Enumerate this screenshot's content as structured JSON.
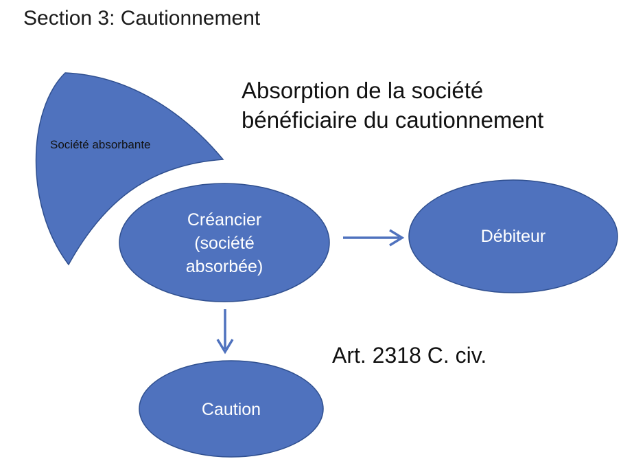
{
  "slide": {
    "section_title": "Section 3: Cautionnement",
    "heading_line1": "Absorption de la société",
    "heading_line2": "bénéficiaire du cautionnement",
    "article_reference": "Art. 2318 C. civ."
  },
  "nodes": {
    "absorbing_company": "Société absorbante",
    "creditor_line1": "Créancier",
    "creditor_line2": "(société",
    "creditor_line3": "absorbée)",
    "debtor": "Débiteur",
    "guarantor": "Caution"
  },
  "colors": {
    "shape_fill": "#4f72be",
    "shape_stroke": "#2f4f8f",
    "arrow": "#4f72be"
  }
}
